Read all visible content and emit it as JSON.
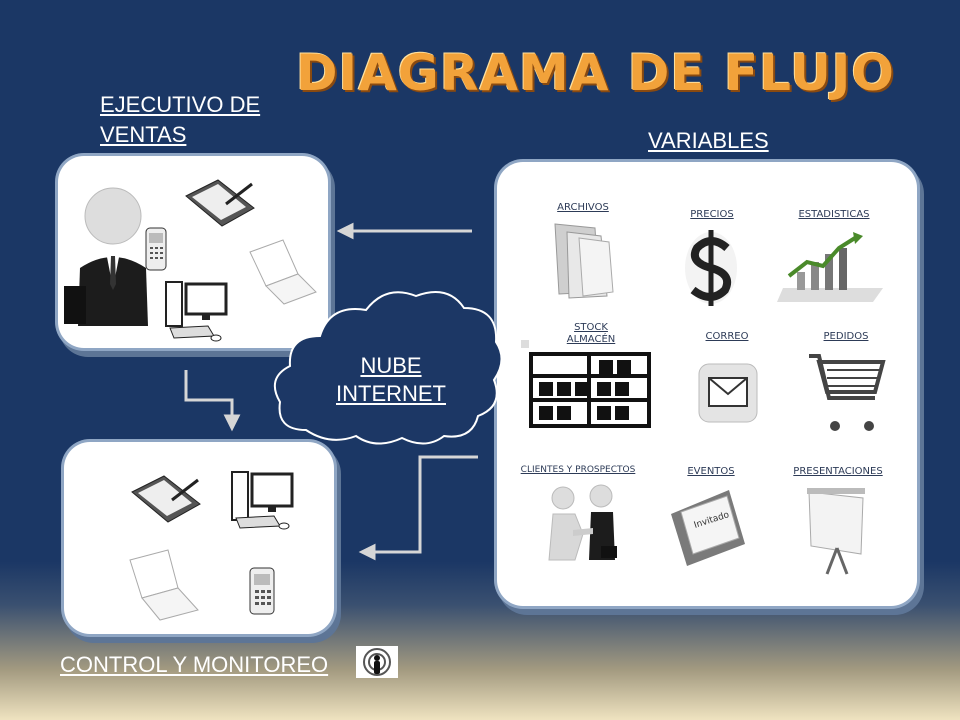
{
  "title": "DIAGRAMA DE FLUJO",
  "sales_exec_label": [
    "EJECUTIVO DE",
    "VENTAS"
  ],
  "variables_label": "VARIABLES",
  "cloud_label": [
    "NUBE",
    "INTERNET"
  ],
  "control_label": "CONTROL Y MONITOREO",
  "variables": {
    "archivos": "ARCHIVOS",
    "precios": "PRECIOS",
    "estadisticas": "ESTADISTICAS",
    "stock": [
      "STOCK",
      "ALMACÉN"
    ],
    "correo": "CORREO",
    "pedidos": "PEDIDOS",
    "clientes": "CLIENTES Y PROSPECTOS",
    "eventos": "EVENTOS",
    "presentaciones": "PRESENTACIONES"
  },
  "invite_text": "Invitado",
  "colors": {
    "background": "#1b3765",
    "title": "#f2a23a",
    "panel": "#ffffff"
  }
}
